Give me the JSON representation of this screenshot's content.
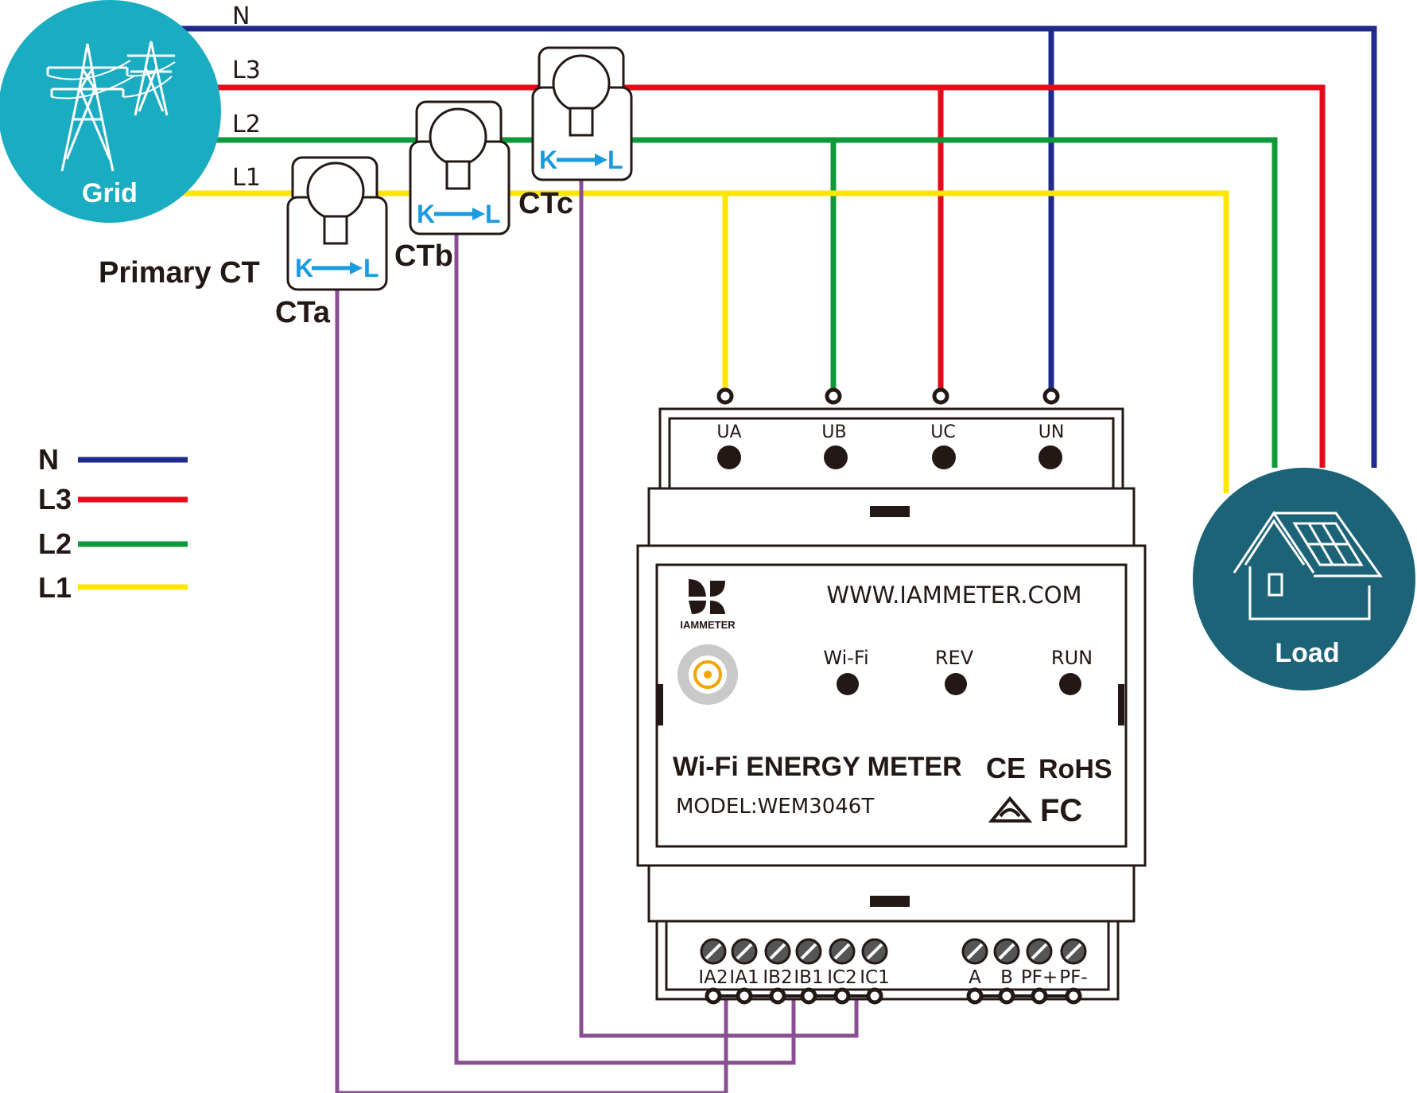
{
  "colors": {
    "N": "#1f2a8c",
    "L3": "#e30d1a",
    "L2": "#0e9a3b",
    "L1": "#ffe500",
    "ct_wire": "#8a4f93",
    "grid_circle": "#1aacc0",
    "load_circle": "#1d6378",
    "ct_arrow": "#1a9be0"
  },
  "lines": {
    "n": "N",
    "l3": "L3",
    "l2": "L2",
    "l1": "L1"
  },
  "grid": {
    "label": "Grid",
    "icon": "power-tower-icon"
  },
  "load": {
    "label": "Load",
    "icon": "house-solar-icon"
  },
  "primary_ct_label": "Primary CT",
  "cts": [
    {
      "name": "CTa",
      "k": "K",
      "l": "L"
    },
    {
      "name": "CTb",
      "k": "K",
      "l": "L"
    },
    {
      "name": "CTc",
      "k": "K",
      "l": "L"
    }
  ],
  "legend": [
    {
      "label": "N",
      "key": "N"
    },
    {
      "label": "L3",
      "key": "L3"
    },
    {
      "label": "L2",
      "key": "L2"
    },
    {
      "label": "L1",
      "key": "L1"
    }
  ],
  "meter": {
    "voltage_terminals": [
      "UA",
      "UB",
      "UC",
      "UN"
    ],
    "brand": "IAMMETER",
    "website": "WWW.IAMMETER.COM",
    "indicators": [
      "Wi-Fi",
      "REV",
      "RUN"
    ],
    "product": "Wi-Fi ENERGY METER",
    "model": "MODEL:WEM3046T",
    "cert_ce": "CE",
    "cert_rohs": "RoHS",
    "cert_fc": "FC",
    "current_terminals": [
      "IA2",
      "IA1",
      "IB2",
      "IB1",
      "IC2",
      "IC1"
    ],
    "comm_terminals": [
      "A",
      "B",
      "PF+",
      "PF-"
    ]
  }
}
